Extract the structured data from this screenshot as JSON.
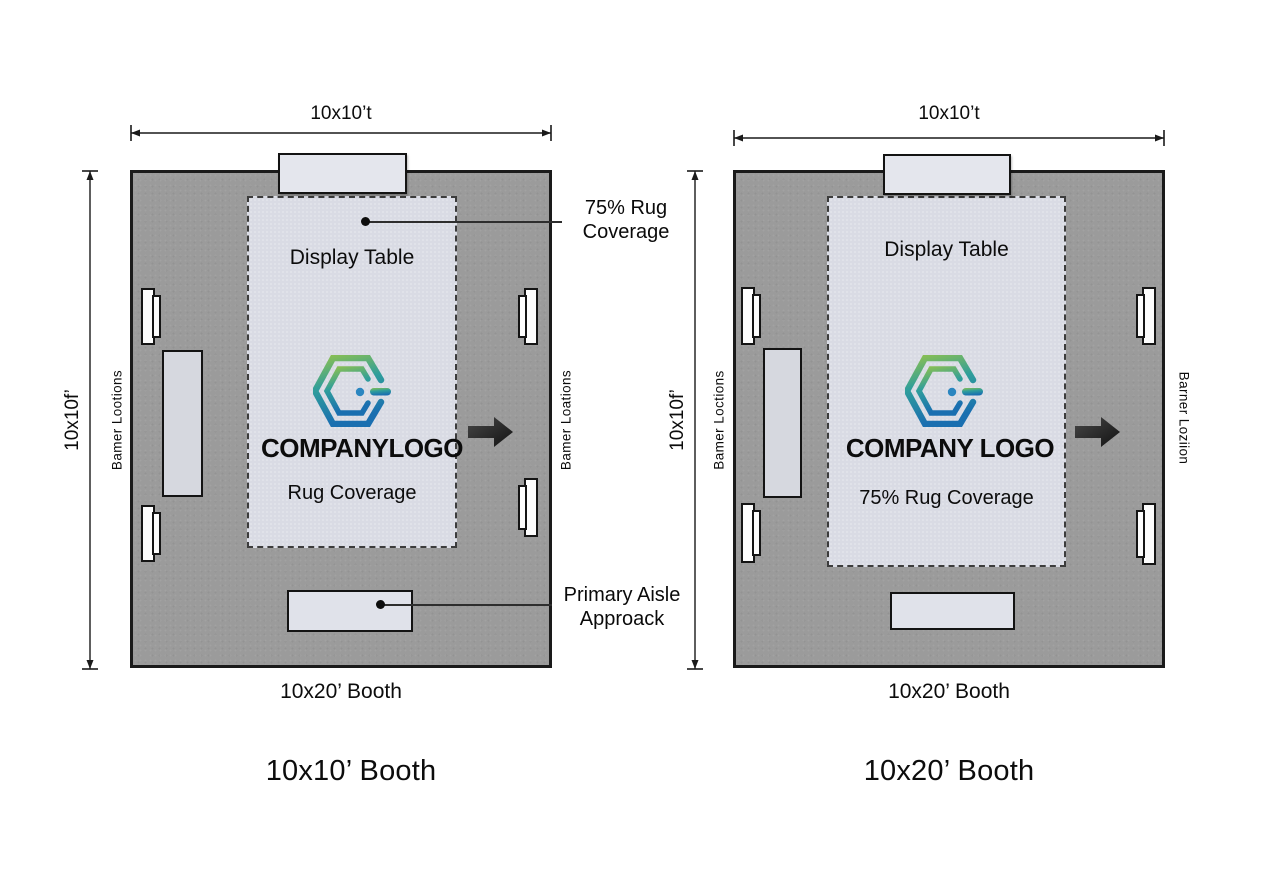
{
  "diagram": {
    "background": "#ffffff",
    "colors": {
      "floor": "#9b9b9b",
      "rug": "#d9dbe4",
      "table": "#e4e6ed",
      "logo_green": "#8cc051",
      "logo_teal": "#2f9e9b",
      "logo_blue": "#1a6fb0",
      "arrow": "#2b2b2b",
      "line": "#1a1a1a"
    },
    "booth_left": {
      "top_dim_label": "10x10’t",
      "side_dim_label": "10x10f’",
      "left_banner_label": "Bamer Lootions",
      "right_banner_label": "Bamer Loations",
      "display_table_label": "Display Table",
      "logo_text": "COMPANYLOGO",
      "rug_label": "Rug Coverage",
      "callout_rug_line1": "75% Rug",
      "callout_rug_line2": "Coverage",
      "callout_aisle_line1": "Primary Aisle",
      "callout_aisle_line2": "Approack",
      "caption": "10x20’ Booth",
      "title": "10x10’ Booth"
    },
    "booth_right": {
      "top_dim_label": "10x10’t",
      "side_dim_label": "10x10f’",
      "left_banner_label": "Bamer Loctions",
      "right_banner_label": "Barner Loziion",
      "display_table_label": "Display Table",
      "logo_text": "COMPANY LOGO",
      "rug_label": "75% Rug Coverage",
      "caption": "10x20’ Booth",
      "title": "10x20’ Booth"
    }
  }
}
